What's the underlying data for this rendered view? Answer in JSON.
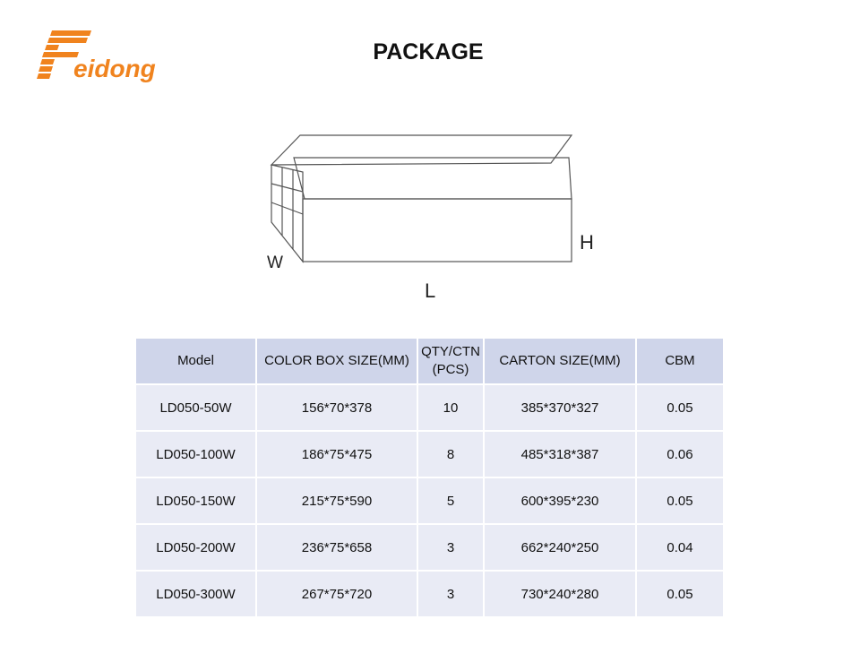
{
  "header": {
    "logo_text": "Feidong",
    "title": "PACKAGE",
    "logo_color": "#f0831e"
  },
  "diagram": {
    "label_w": "W",
    "label_h": "H",
    "label_l": "L"
  },
  "table": {
    "columns": [
      "Model",
      "COLOR BOX SIZE(MM)",
      "QTY/CTN\n(PCS)",
      "CARTON SIZE(MM)",
      "CBM"
    ],
    "rows": [
      [
        "LD050-50W",
        "156*70*378",
        "10",
        "385*370*327",
        "0.05"
      ],
      [
        "LD050-100W",
        "186*75*475",
        "8",
        "485*318*387",
        "0.06"
      ],
      [
        "LD050-150W",
        "215*75*590",
        "5",
        "600*395*230",
        "0.05"
      ],
      [
        "LD050-200W",
        "236*75*658",
        "3",
        "662*240*250",
        "0.04"
      ],
      [
        "LD050-300W",
        "267*75*720",
        "3",
        "730*240*280",
        "0.05"
      ]
    ]
  }
}
